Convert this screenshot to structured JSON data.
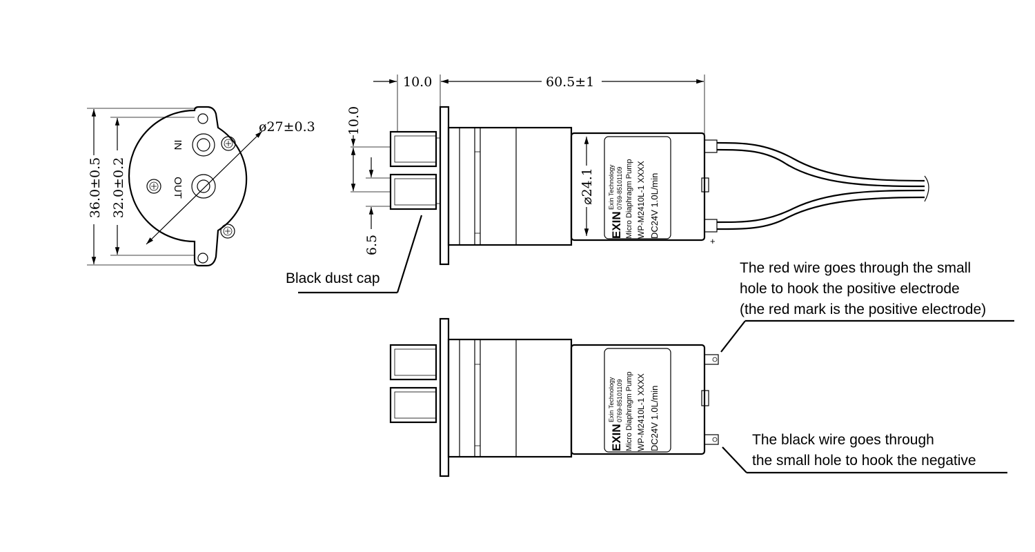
{
  "end_view": {
    "port_in": "IN",
    "port_out": "OUT",
    "dim_outer_height": "36.0±0.5",
    "dim_inner_height": "32.0±0.2",
    "dim_diameter": "ø27±0.3"
  },
  "side_view": {
    "dim_nozzle_length": "10.0",
    "dim_body_length": "60.5±1",
    "dim_nozzle_height": "10.0",
    "dim_nozzle_gap": "6.5",
    "dim_motor_diameter": "⌀24.1",
    "dust_cap_label": "Black dust cap",
    "plus_mark": "+"
  },
  "pump_label": {
    "brand": "EXIN",
    "company": "Exin Technology",
    "phone": "0769-85101109",
    "product_type": "Micro Diaphragm Pump",
    "model": "WP-M2410L-1  XXXX",
    "spec": "DC24V  1.0L/min"
  },
  "notes": {
    "red_wire": [
      "The red wire goes through the small",
      "hole to hook the positive electrode",
      "(the red mark is the positive electrode)"
    ],
    "black_wire": [
      "The black wire goes through",
      "the small hole to hook the negative"
    ]
  }
}
